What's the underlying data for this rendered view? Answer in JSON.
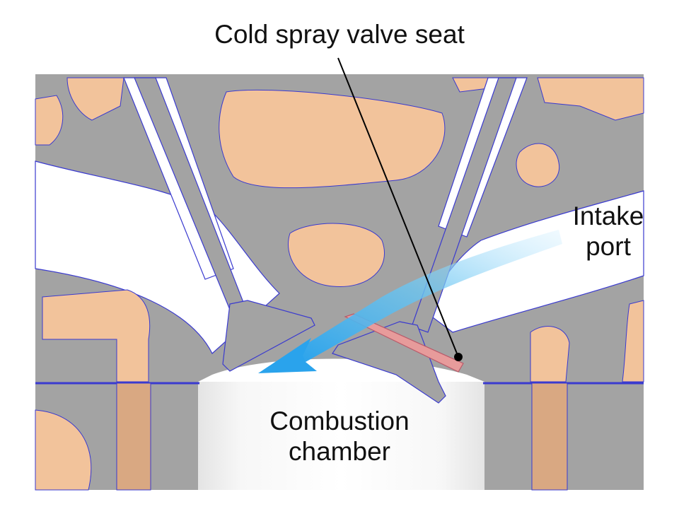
{
  "labels": {
    "valve_seat": "Cold spray valve seat",
    "intake_line1": "Intake",
    "intake_line2": "port",
    "chamber_line1": "Combustion",
    "chamber_line2": "chamber"
  },
  "colors": {
    "background": "#ffffff",
    "metal": "#a3a3a3",
    "coolant": "#f2c39b",
    "outline": "#3a3acf",
    "valve_seat": "#e79b9b",
    "flow_arrow": "#33aaee",
    "rod": "#d9a882",
    "leader_line": "#000000"
  }
}
